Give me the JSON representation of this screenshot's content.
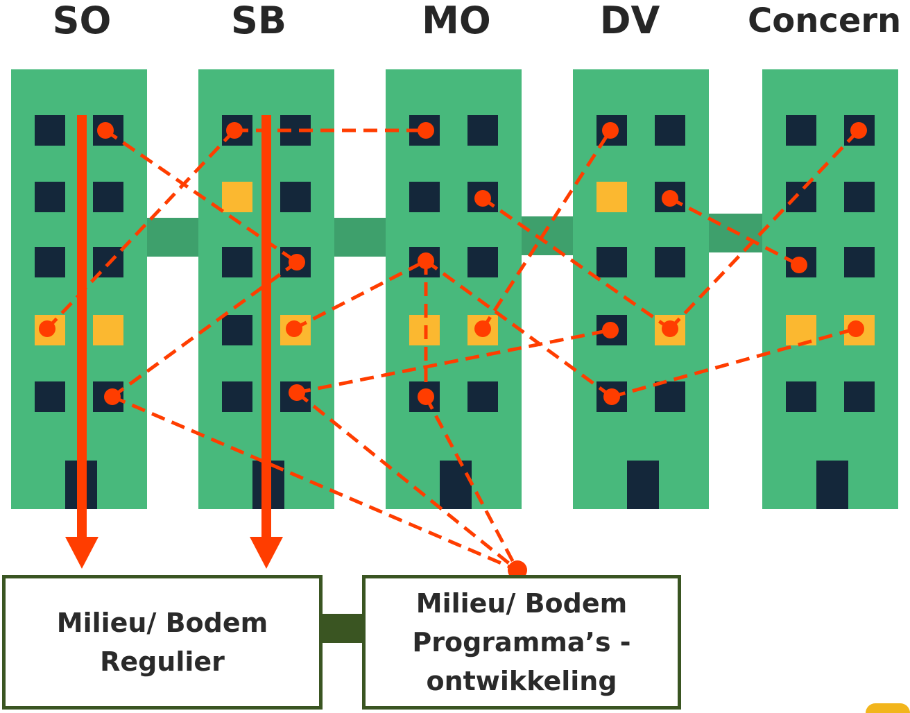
{
  "buildings": [
    {
      "id": "so",
      "label": "SO"
    },
    {
      "id": "sb",
      "label": "SB"
    },
    {
      "id": "mo",
      "label": "MO"
    },
    {
      "id": "dv",
      "label": "DV"
    },
    {
      "id": "concern",
      "label": "Concern"
    }
  ],
  "boxes": {
    "regulier": {
      "line1": "Milieu/ Bodem",
      "line2": "Regulier"
    },
    "programmas": {
      "line1": "Milieu/ Bodem",
      "line2": "Programma’s -",
      "line3": "ontwikkeling"
    }
  },
  "colors": {
    "building": "#48b97c",
    "bridge": "#3ea06c",
    "window": "#14273a",
    "window_highlight": "#fbb830",
    "arrow": "#ff3d00",
    "dash_line": "#ff3d00",
    "box_border": "#3a5522"
  }
}
